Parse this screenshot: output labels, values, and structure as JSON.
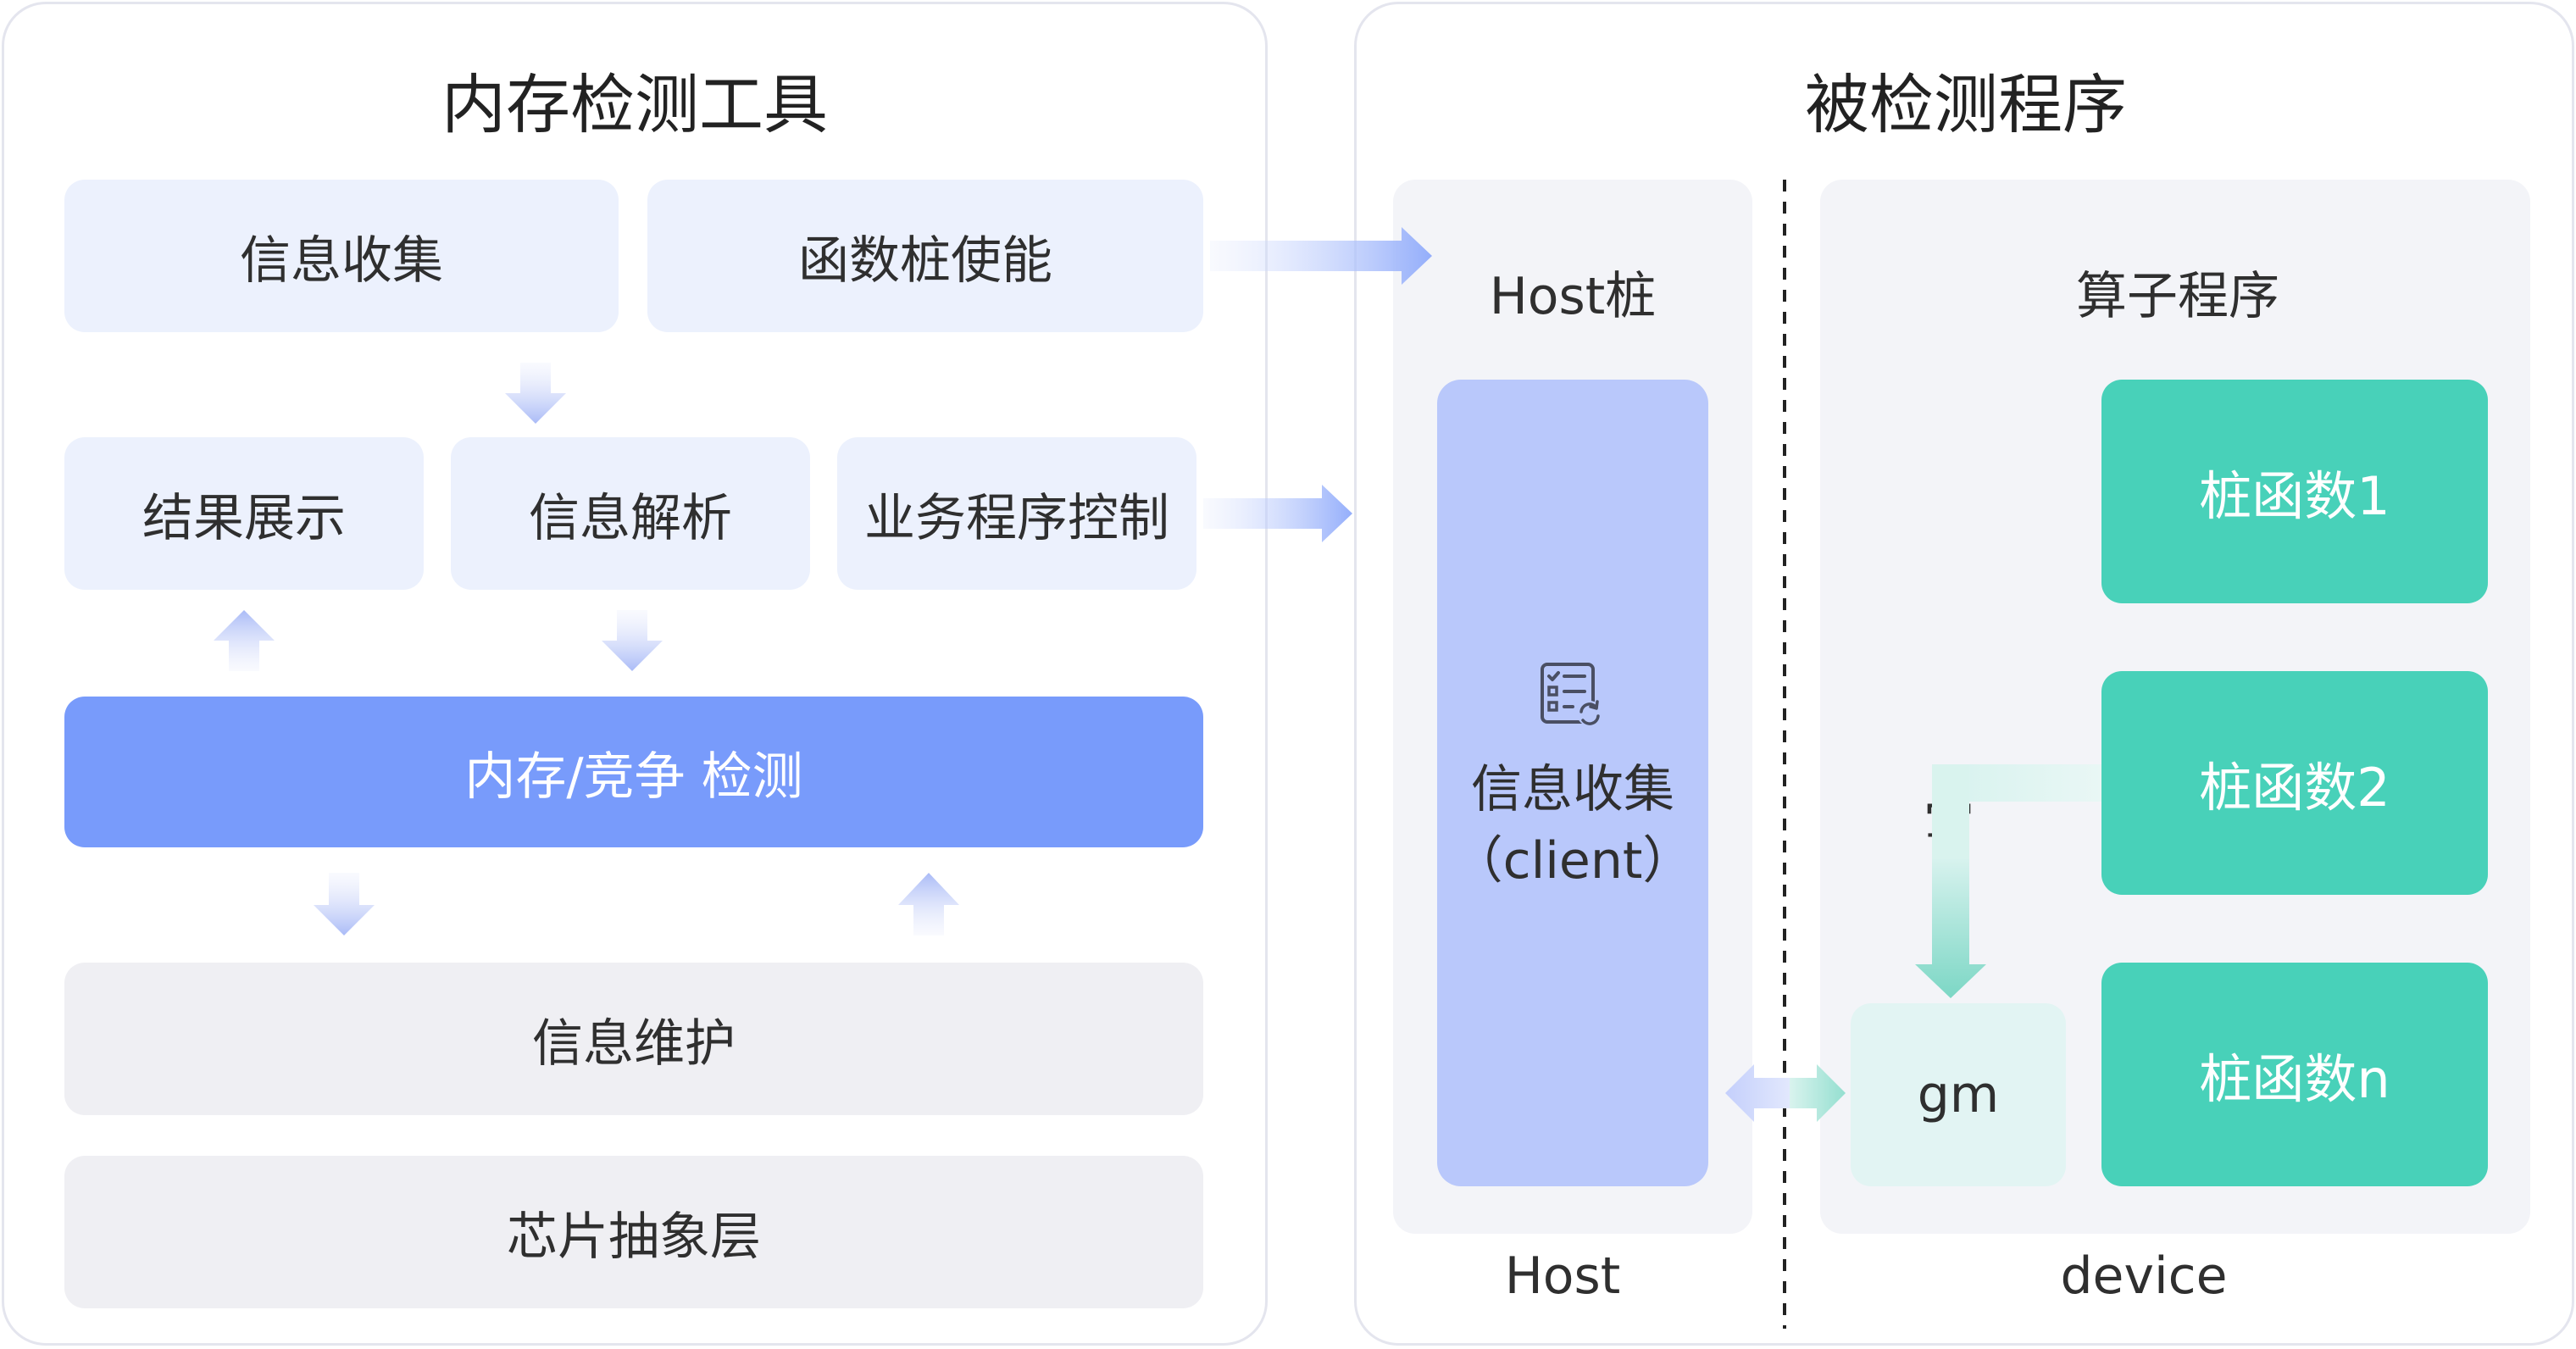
{
  "tool": {
    "title": "内存检测工具",
    "info_collect": "信息收集",
    "stub_enable": "函数桩使能",
    "result_show": "结果展示",
    "info_parse": "信息解析",
    "biz_control": "业务程序控制",
    "detect": "内存/竞争 检测",
    "info_maintain": "信息维护",
    "chip_layer": "芯片抽象层"
  },
  "target": {
    "title": "被检测程序",
    "host_stub": "Host桩",
    "client_line1": "信息收集",
    "client_line2": "（client）",
    "host_label": "Host",
    "operator_program": "算子程序",
    "stub1": "桩函数1",
    "stub2": "桩函数2",
    "stubn": "桩函数n",
    "write_label": "写",
    "gm": "gm",
    "device_label": "device"
  },
  "colors": {
    "light_blue_box": "#ecf1fd",
    "blue_box": "#789bfb",
    "gray_box": "#efeff3",
    "client_box": "#b9c8fb",
    "teal": "#48d1b9",
    "gm_box": "#e2f4f3"
  },
  "icons": {
    "checklist": "checklist-refresh-icon"
  }
}
